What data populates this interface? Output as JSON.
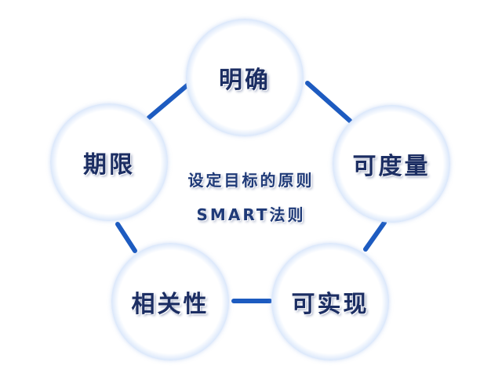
{
  "center": {
    "line1": "设定目标的原则",
    "line2": "SMART法则"
  },
  "nodes": {
    "top": "明确",
    "right": "可度量",
    "bottom_right": "可实现",
    "bottom_left": "相关性",
    "left": "期限"
  },
  "colors": {
    "ring": "#5d8fe6",
    "connector": "#1d5bc0",
    "label": "#1c2e63"
  }
}
